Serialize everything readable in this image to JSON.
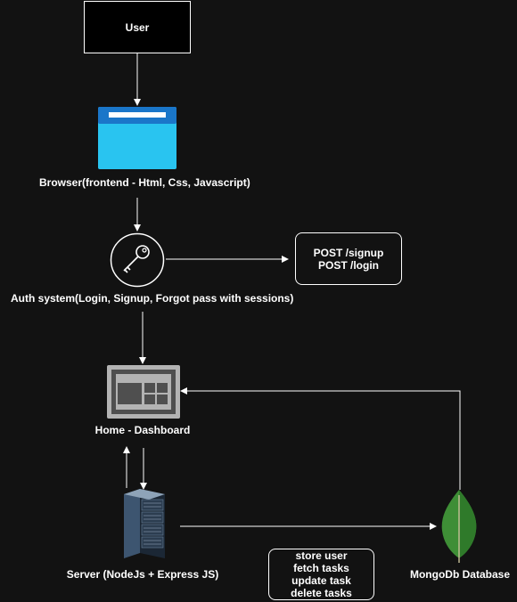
{
  "nodes": {
    "user": {
      "label": "User"
    },
    "browser": {
      "label": "Browser(frontend - Html, Css, Javascript)",
      "icon": "browser-window-icon"
    },
    "auth": {
      "label": "Auth system(Login, Signup, Forgot pass with sessions)",
      "icon": "key-icon"
    },
    "auth_routes": {
      "lines": [
        "POST /signup",
        "POST /login"
      ]
    },
    "dashboard": {
      "label": "Home - Dashboard",
      "icon": "dashboard-icon"
    },
    "server": {
      "label": "Server (NodeJs + Express JS)",
      "icon": "server-rack-icon"
    },
    "db": {
      "label": "MongoDb Database",
      "icon": "mongodb-leaf-icon"
    },
    "db_ops": {
      "lines": [
        "store user",
        "fetch tasks",
        "update task",
        "delete tasks"
      ]
    }
  },
  "colors": {
    "background": "#121212",
    "line": "#ffffff",
    "browser_blue": "#29c4f0",
    "browser_header": "#1a76c9",
    "mongo_green": "#3e8e36"
  }
}
